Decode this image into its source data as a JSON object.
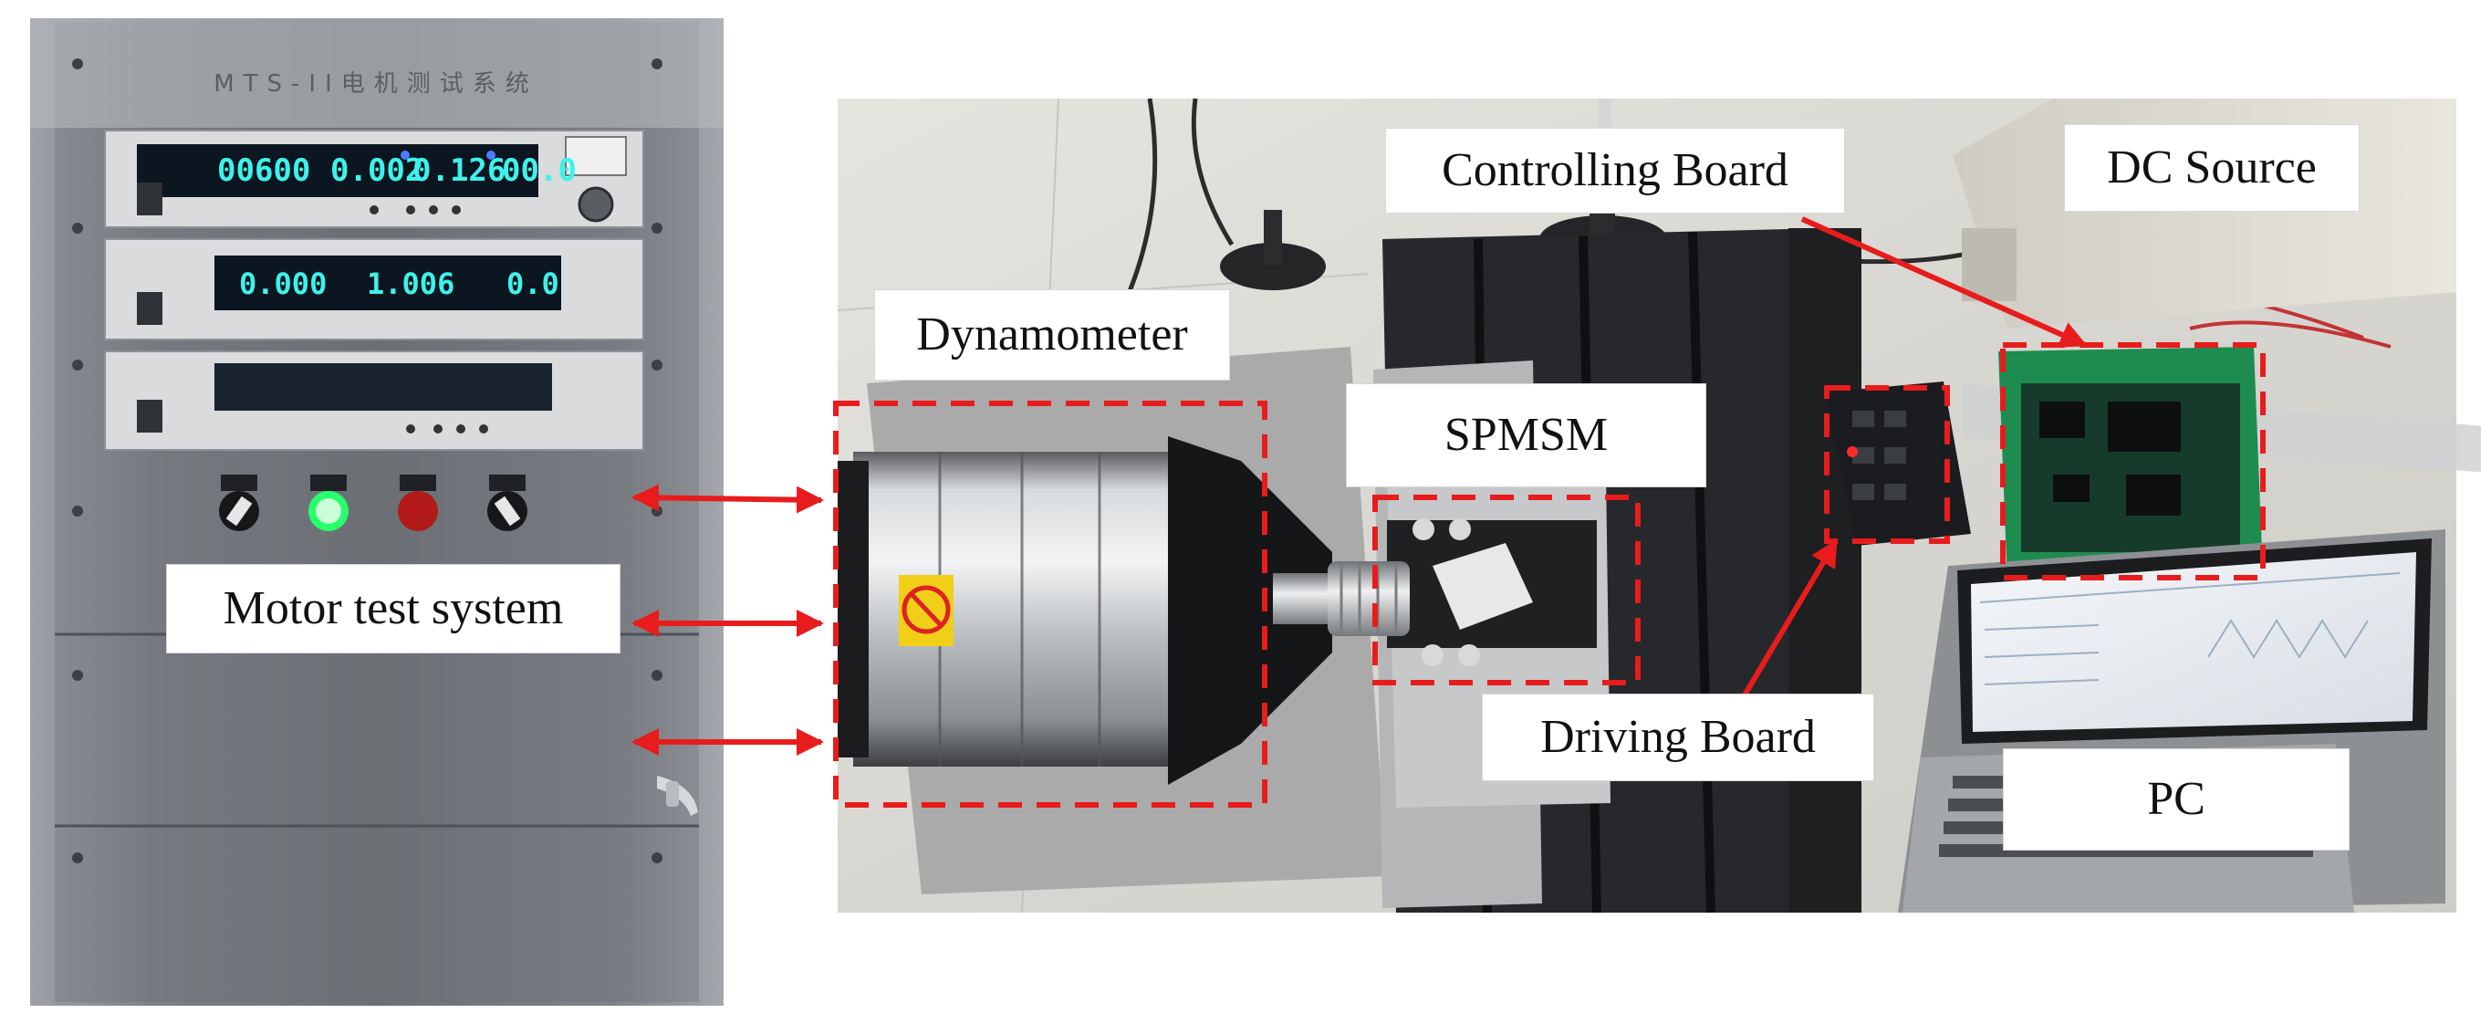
{
  "figure": {
    "cabinet_title": "MTS-II电机测试系统",
    "display_top": {
      "field1": "00600",
      "field2": "0.002",
      "field3": "0.126",
      "field4": "00.0"
    },
    "display_middle": {
      "field1": "0.000",
      "field2": "1.006",
      "field3": "0.0"
    },
    "labels": {
      "motor_test_system": "Motor test system",
      "dynamometer": "Dynamometer",
      "spmsm": "SPMSM",
      "controlling_board": "Controlling Board",
      "driving_board": "Driving Board",
      "dc_source": "DC Source",
      "pc": "PC"
    },
    "colors": {
      "annotation_red": "#e81c1c",
      "display_cyan": "#3ef2ea"
    }
  }
}
